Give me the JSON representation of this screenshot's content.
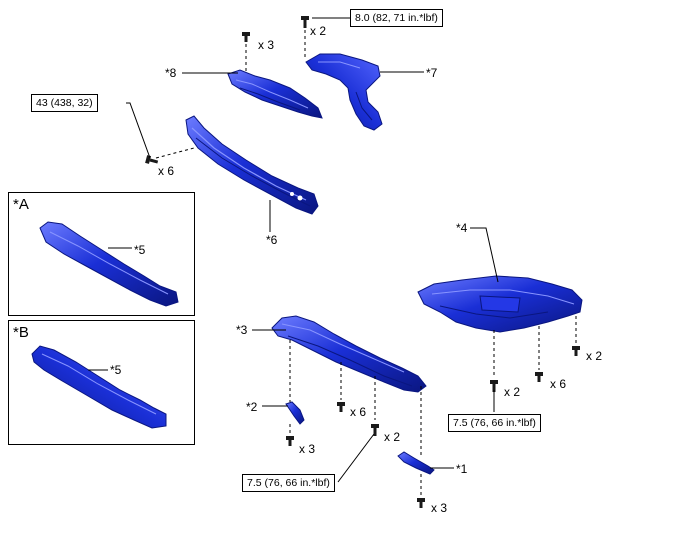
{
  "view_boxes": [
    {
      "id": "A",
      "label": "*A",
      "part_label": "*5"
    },
    {
      "id": "B",
      "label": "*B",
      "part_label": "*5"
    }
  ],
  "part_labels": {
    "p1": "*1",
    "p2": "*2",
    "p3": "*3",
    "p4": "*4",
    "p6": "*6",
    "p7": "*7",
    "p8": "*8"
  },
  "quantities": {
    "clip_p8": "x 3",
    "bolt_p7": "x 2",
    "bolt_p6": "x 6",
    "clip_p2": "x 3",
    "screw_p3_center": "x 6",
    "screw_p3_right": "x 2",
    "clip_p1": "x 3",
    "bolt_p4_left": "x 2",
    "clip_p4_mid": "x 6",
    "clip_p4_right": "x 2"
  },
  "torques": {
    "t_top": "8.0 (82, 71 in.*lbf)",
    "t_left": "43 (438, 32)",
    "t_right": "7.5 (76, 66 in.*lbf)",
    "t_bottom": "7.5 (76, 66 in.*lbf)"
  },
  "colors": {
    "part_fill": "#1a2fd6",
    "part_dark": "#0a1680",
    "part_light": "#6d7cff",
    "line": "#000000"
  }
}
